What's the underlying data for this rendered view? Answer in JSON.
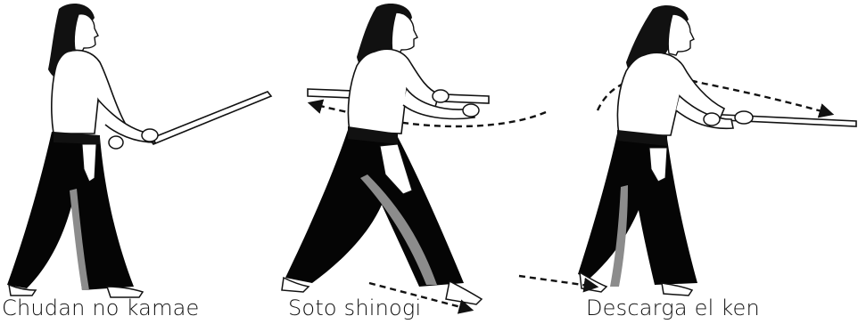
{
  "figures": [
    {
      "caption": "Chudan no kamae"
    },
    {
      "caption": "Soto shinogi"
    },
    {
      "caption": "Descarga el ken"
    }
  ],
  "colors": {
    "ink": "#111111",
    "hakama": "#050505",
    "hakama_stripe": "#8c8c8c",
    "skin": "#ffffff",
    "paper": "#ffffff"
  }
}
